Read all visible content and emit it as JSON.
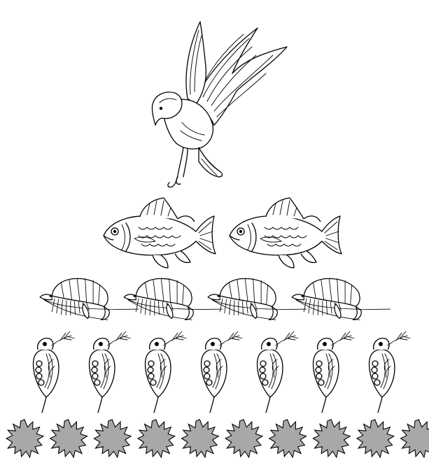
{
  "colors": {
    "ink": "#000000",
    "background": "#ffffff",
    "phytoplankton_fill": "#a8a8a8"
  },
  "levels": [
    {
      "organism": "bird-of-prey",
      "icon": "bird-of-prey-icon",
      "count": 1
    },
    {
      "organism": "fish",
      "icon": "fish-icon",
      "count": 2
    },
    {
      "organism": "shrimp",
      "icon": "shrimp-icon",
      "count": 4
    },
    {
      "organism": "water-flea",
      "icon": "water-flea-icon",
      "count": 7
    },
    {
      "organism": "phytoplankton",
      "icon": "phytoplankton-icon",
      "count": 10
    }
  ]
}
